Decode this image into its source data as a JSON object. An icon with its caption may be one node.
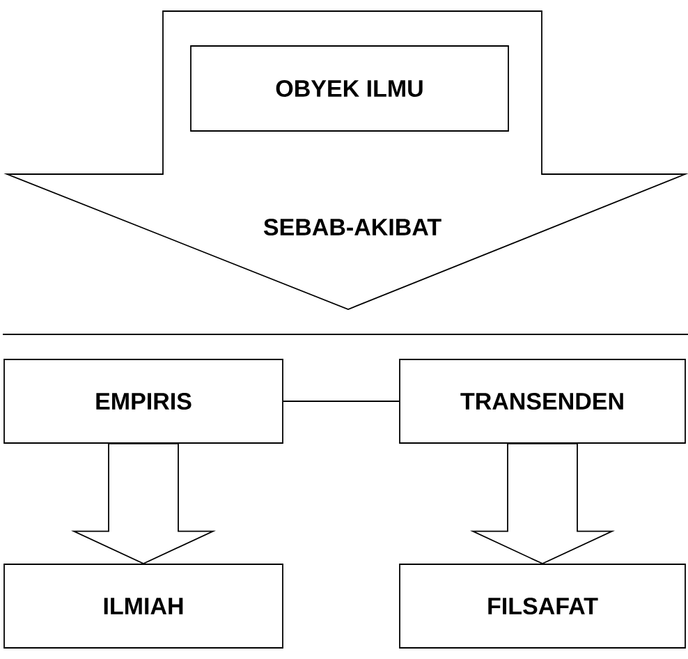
{
  "diagram": {
    "nodes": [
      {
        "text": [
          "SEBAB-AKIBAT"
        ]
      },
      {
        "text": [
          "OBYEK ILMU"
        ],
        "in": 0
      },
      {
        "text": [
          "EMPIRIS"
        ]
      },
      {
        "text": [
          "TRANSENDEN"
        ]
      },
      {
        "text": [
          "ILMIAH"
        ]
      },
      {
        "text": [
          "FILSAFAT"
        ]
      }
    ],
    "edges": [
      {
        "from": 2,
        "to": 3,
        "arrow": "none"
      },
      {
        "from": 2,
        "to": 4,
        "arrow": "to"
      },
      {
        "from": 3,
        "to": 5,
        "arrow": "to"
      }
    ]
  }
}
